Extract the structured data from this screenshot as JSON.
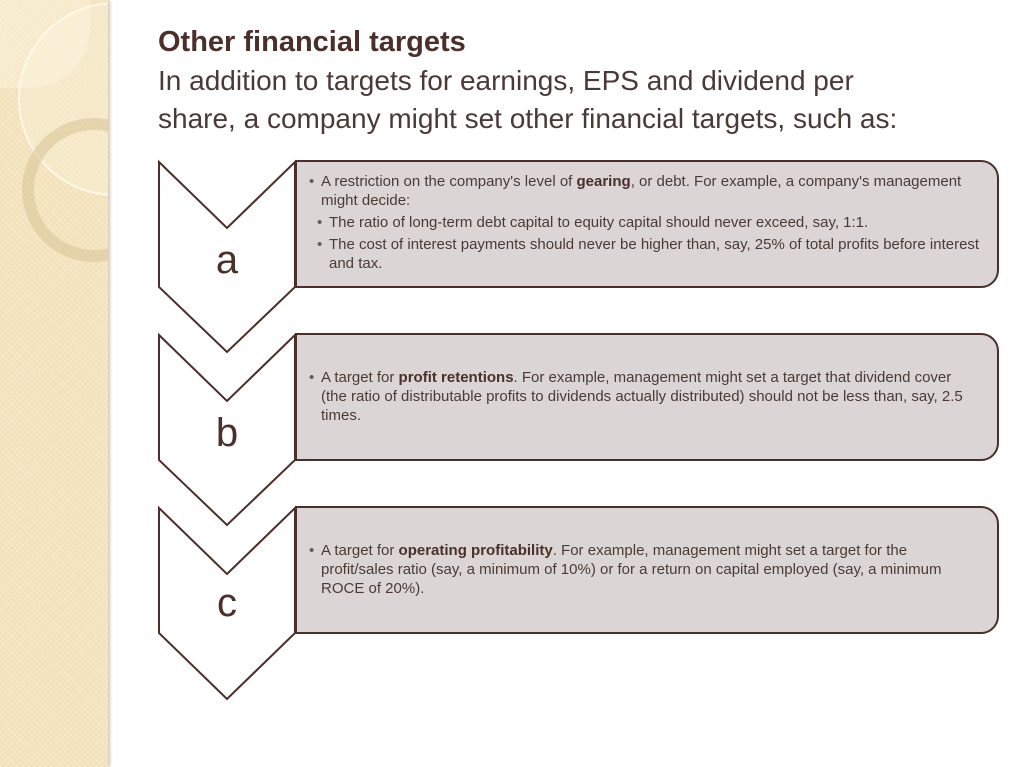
{
  "slide": {
    "title": "Other financial targets",
    "subtitle_line1": "In addition to targets for earnings, EPS and dividend per",
    "subtitle_line2": "share, a company might set other financial targets, such as:"
  },
  "colors": {
    "text_dark": "#4a2f2a",
    "box_fill": "#dbd6d5",
    "outline": "#4a2f2a",
    "sidebar": "#f2dfb4"
  },
  "steps": [
    {
      "letter": "a",
      "bullets": [
        {
          "level": 1,
          "pre": "A restriction on the company's level of ",
          "bold": "gearing",
          "post": ", or debt. For example, a company's management might decide:"
        },
        {
          "level": 2,
          "pre": "The ratio of long-term debt capital to equity capital should never exceed, say, 1:1.",
          "bold": "",
          "post": ""
        },
        {
          "level": 2,
          "pre": "The cost of interest payments should never be higher than, say, 25% of total profits before interest and tax.",
          "bold": "",
          "post": ""
        }
      ]
    },
    {
      "letter": "b",
      "bullets": [
        {
          "level": 1,
          "pre": "A target for ",
          "bold": "profit retentions",
          "post": ". For example, management might set a target that dividend cover (the ratio of distributable profits to dividends actually distributed) should not be less than, say, 2.5 times."
        }
      ]
    },
    {
      "letter": "c",
      "bullets": [
        {
          "level": 1,
          "pre": "A target for ",
          "bold": "operating profitability",
          "post": ". For example, management might set a target for the profit/sales ratio (say, a minimum of 10%) or for a return on capital employed (say, a minimum ROCE of 20%)."
        }
      ]
    }
  ]
}
